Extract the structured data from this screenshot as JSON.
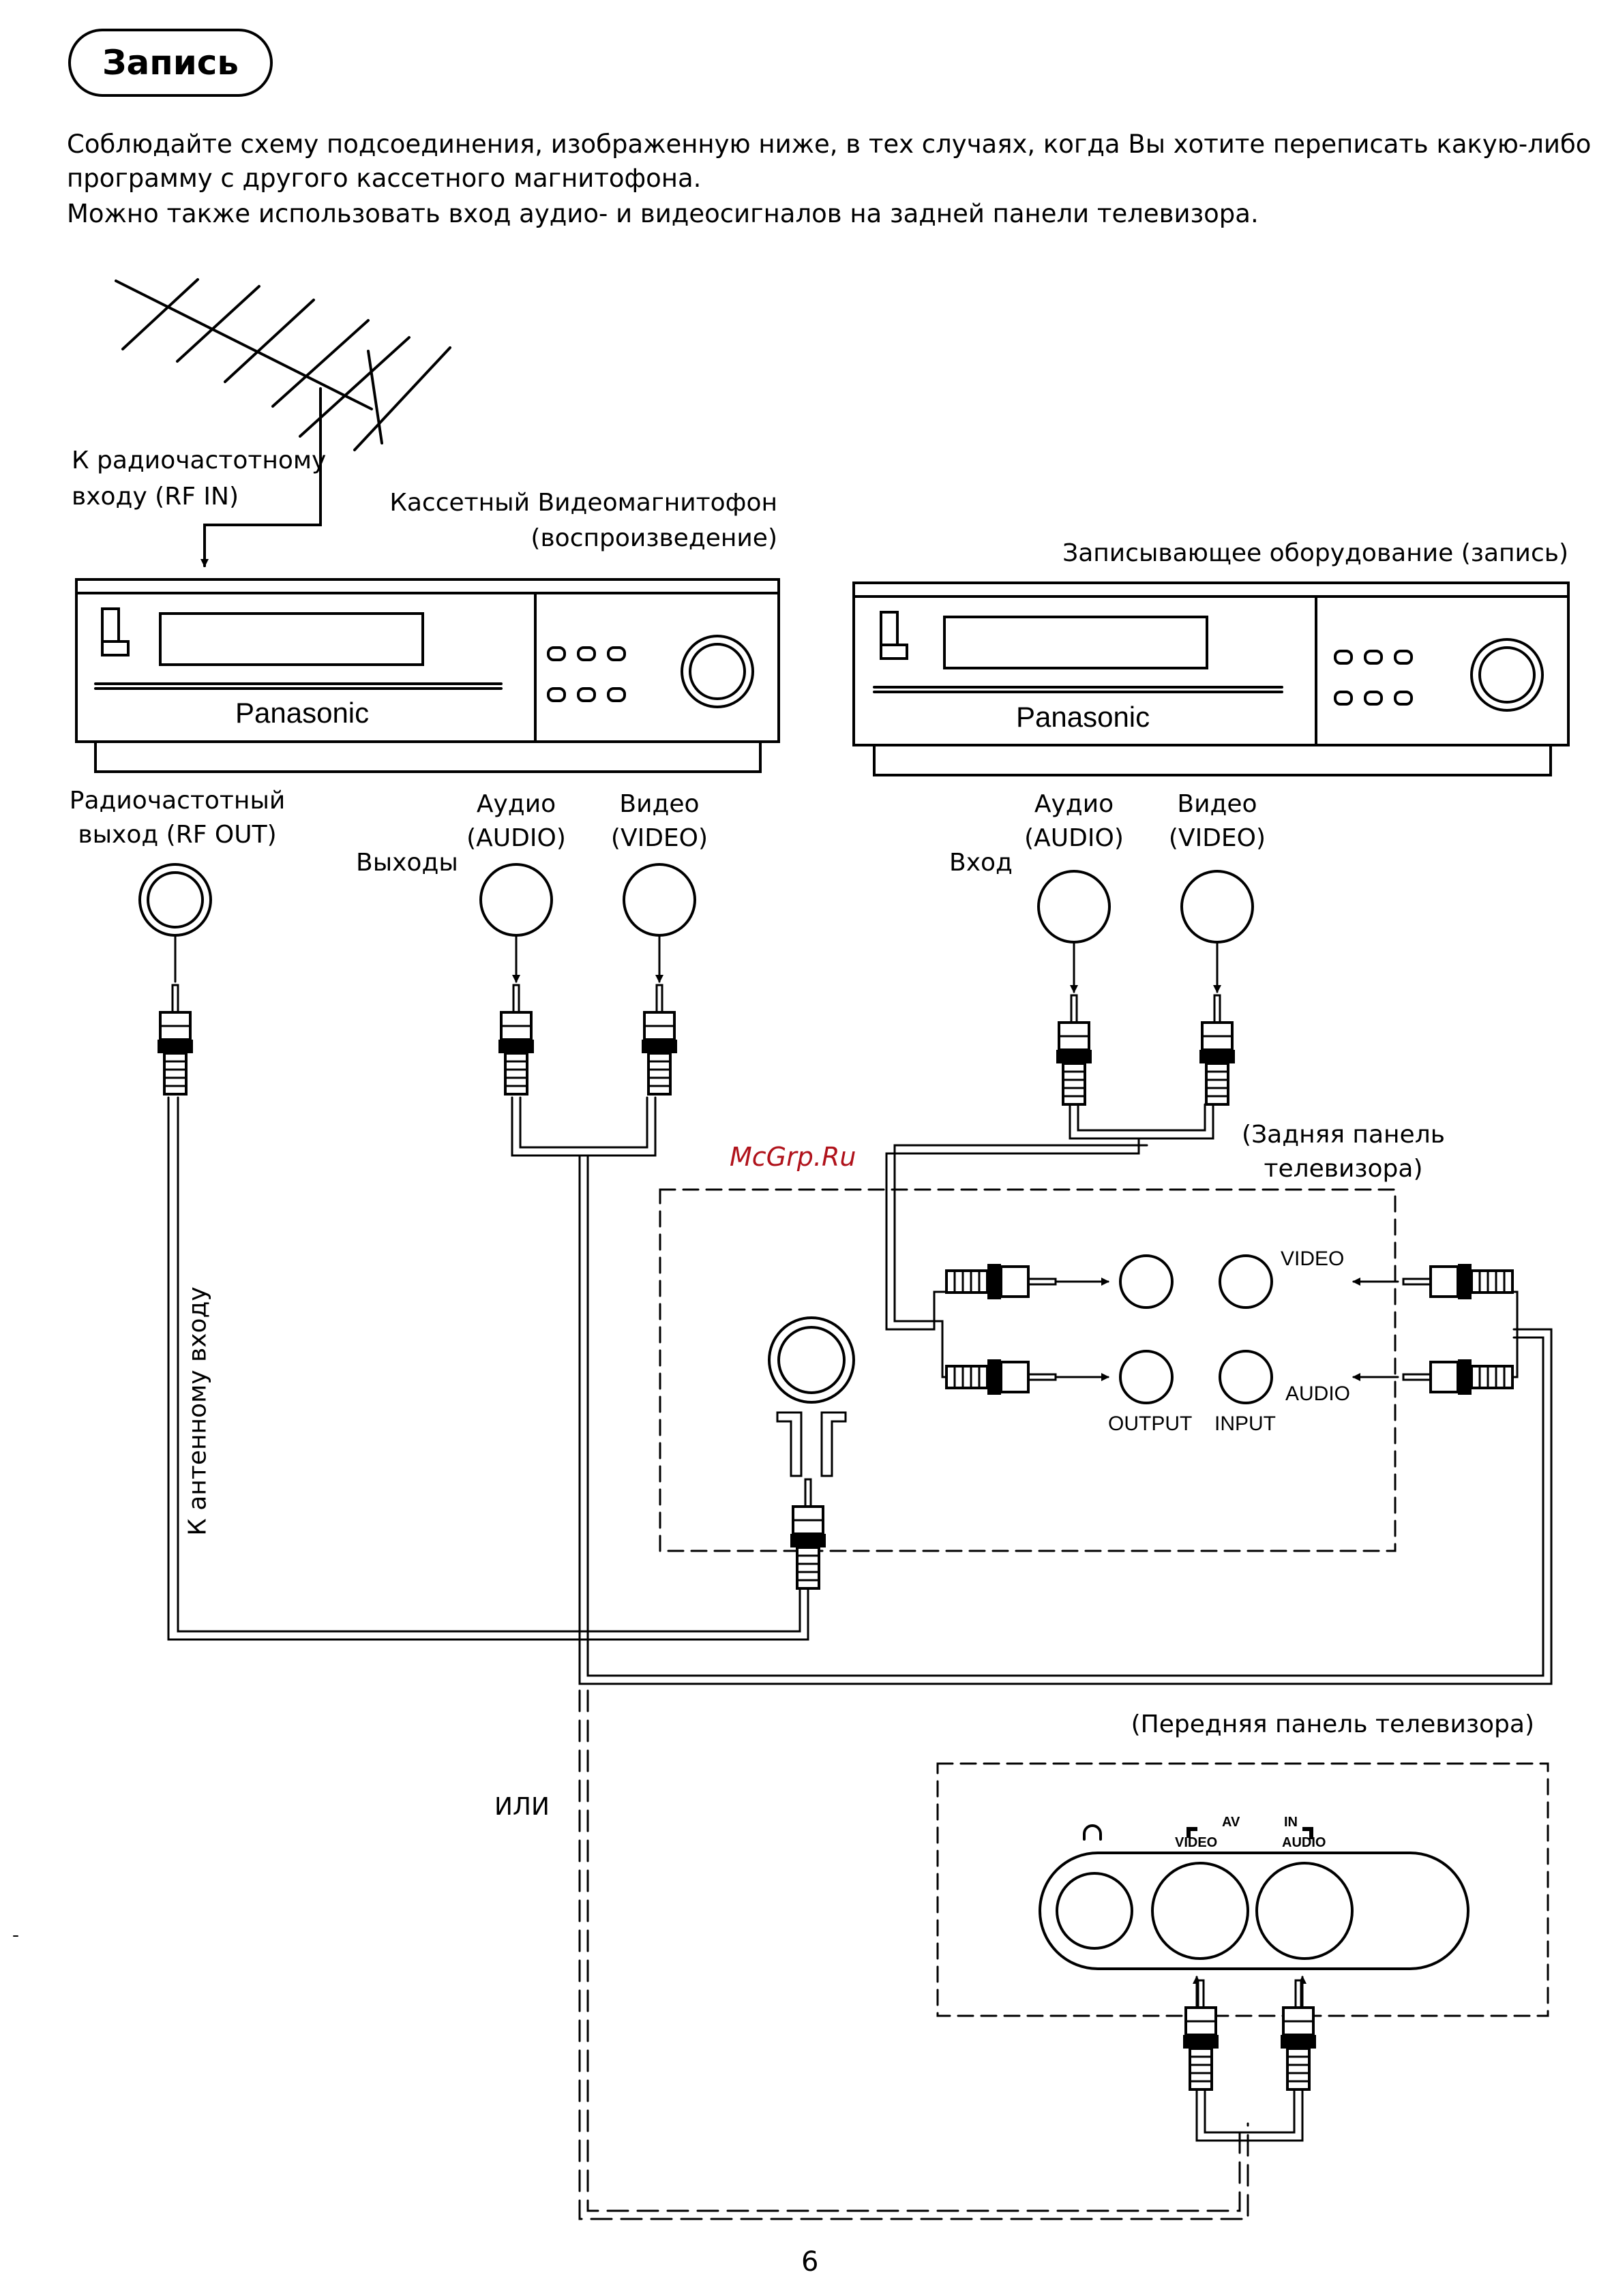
{
  "title": "Запись",
  "intro": [
    "Соблюдайте схему подсоединения, изображенную ниже, в тех случаях, когда Вы хотите переписать какую-либо",
    "программу с другого кассетного магнитофона.",
    "Можно также использовать вход аудио- и видеосигналов на задней панели телевизора."
  ],
  "labels": {
    "rf_in": [
      "К радиочастотному",
      "входу (RF IN)"
    ],
    "vcr_play": [
      "Кассетный Видеомагнитофон",
      "(воспроизведение)"
    ],
    "vcr_rec": "Записывающее оборудование (запись)",
    "brand": "Panasonic",
    "rf_out": [
      "Радиочастотный",
      "выход (RF OUT)"
    ],
    "outputs": "Выходы",
    "input": "Вход",
    "audio": [
      "Аудио",
      "(AUDIO)"
    ],
    "video": [
      "Видео",
      "(VIDEO)"
    ],
    "tv_rear": [
      "(Задняя панель",
      "телевизора)"
    ],
    "watermark": "McGrp.Ru",
    "antenna_input": "К антенному входу",
    "jack_video": "VIDEO",
    "jack_audio": "AUDIO",
    "jack_output": "OUTPUT",
    "jack_input": "INPUT",
    "or": "ИЛИ",
    "tv_front": "(Передняя панель телевизора)",
    "front_av": "AV",
    "front_in": "IN",
    "front_video": "VIDEO",
    "front_audio": "AUDIO",
    "page_number": "6"
  },
  "colors": {
    "ink": "#000000",
    "watermark": "#b0121b",
    "paper": "#ffffff"
  }
}
